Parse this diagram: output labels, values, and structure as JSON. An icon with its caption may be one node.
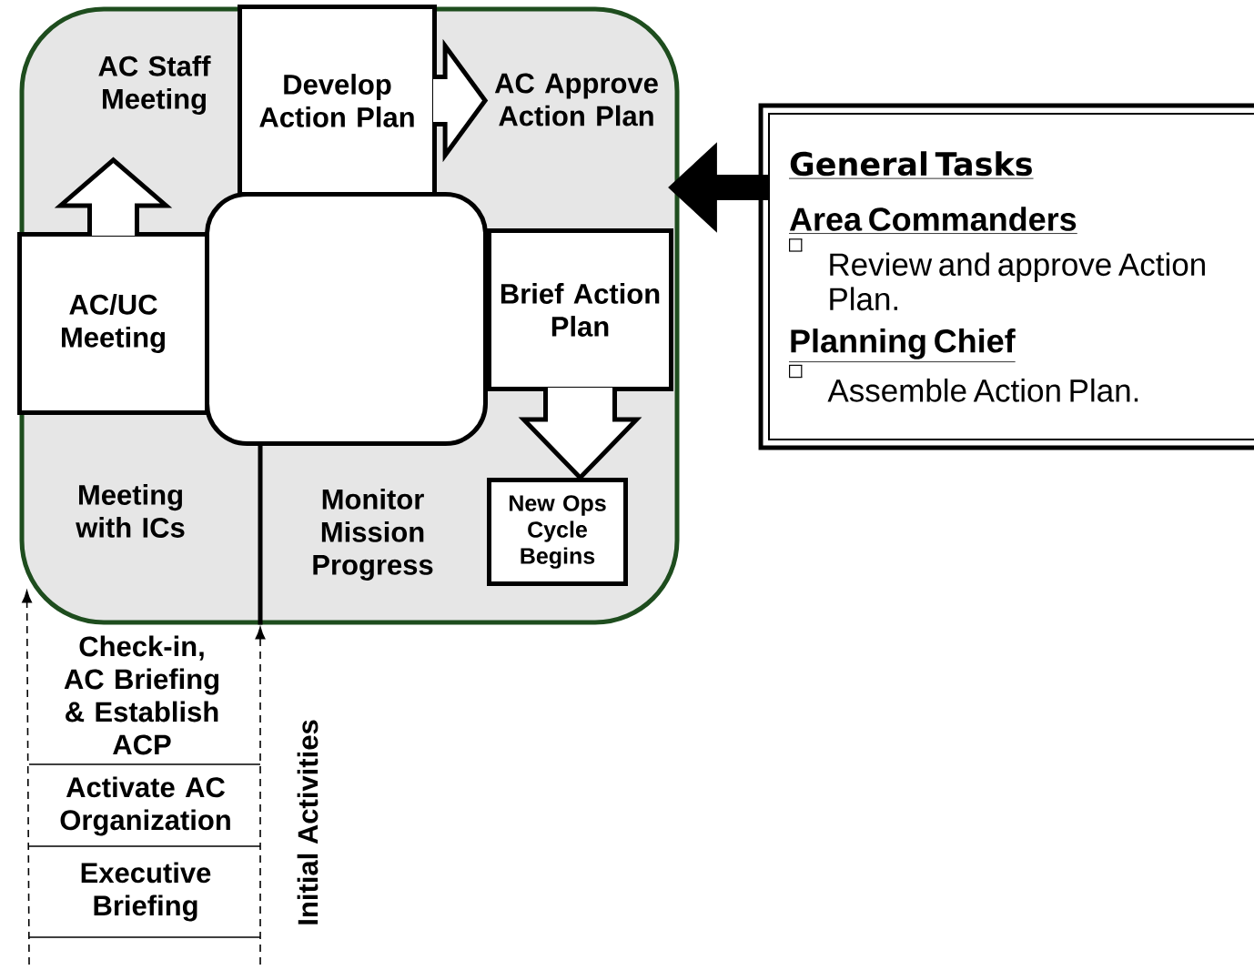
{
  "diagram": {
    "nodes": [
      {
        "text": [],
        "shape": "box"
      },
      {
        "text": [
          "AC Staff Meeting"
        ],
        "in": 0
      },
      {
        "text": [
          "Develop Action Plan"
        ],
        "in": 0
      },
      {
        "text": [
          "AC Approve Action Plan"
        ],
        "in": 0
      },
      {
        "text": [
          "AC/UC Meeting"
        ],
        "in": 0
      },
      {
        "text": [],
        "shape": "box",
        "in": 0
      },
      {
        "text": [
          "Brief Action Plan"
        ],
        "in": 0
      },
      {
        "text": [
          "Meeting with ICs"
        ],
        "in": 0
      },
      {
        "text": [
          "Monitor Mission Progress"
        ],
        "in": 0
      },
      {
        "text": [
          "New Ops Cycle Begins"
        ],
        "in": 0
      },
      {
        "text": [
          "General Tasks",
          "Area Commanders",
          "Review and approve Action Plan.",
          "Planning Chief",
          "Assemble Action Plan."
        ]
      }
    ],
    "edges": [
      {
        "from": 2,
        "to": 3,
        "arrow": "to"
      },
      {
        "from": 4,
        "to": 1,
        "arrow": "to"
      },
      {
        "from": 6,
        "to": 9,
        "arrow": "to"
      },
      {
        "from": 10,
        "to": 3,
        "arrow": "to",
        "style": "thick"
      },
      {
        "from": null,
        "to": 0,
        "arrow": "to",
        "style": "dashed"
      },
      {
        "from": null,
        "to": 0,
        "arrow": "to",
        "style": "dashed"
      }
    ],
    "labels": [
      "Check-in, AC Briefing & Establish ACP",
      "Activate AC Organization",
      "Executive Briefing",
      "Initial Activities"
    ]
  }
}
